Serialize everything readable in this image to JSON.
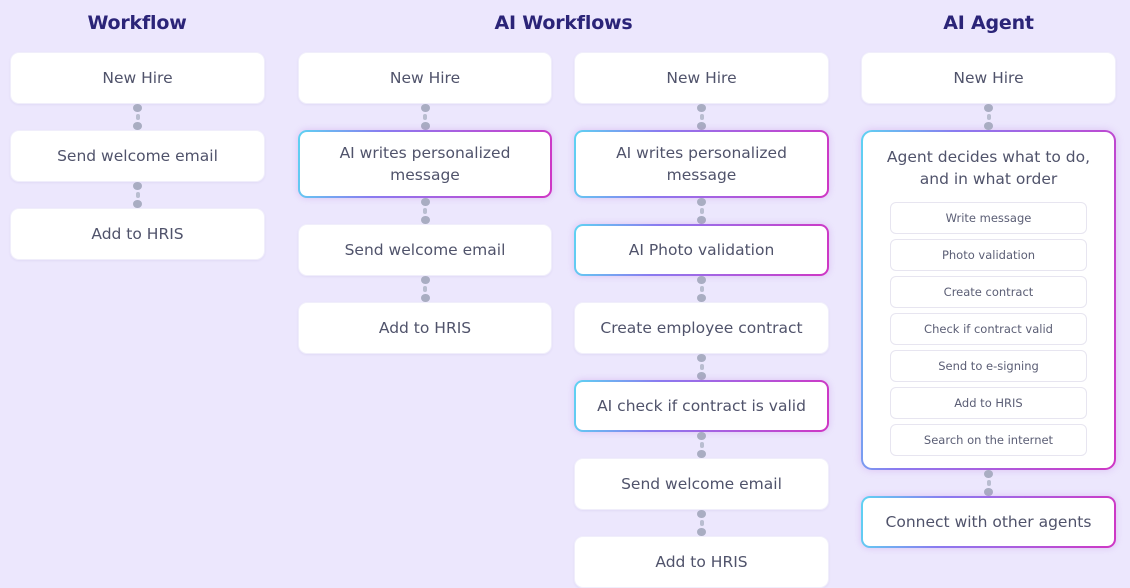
{
  "theme": {
    "background": "#ece7fd",
    "title_color": "#2b2478",
    "card_text_color": "#50536b",
    "connector_dot_color": "#a9adc2",
    "gradient_start": "#5ed3f2",
    "gradient_mid": "#8a7bf0",
    "gradient_end": "#cf36c4"
  },
  "columns": {
    "workflow": {
      "title": "Workflow",
      "steps": [
        {
          "label": "New Hire",
          "ai": false
        },
        {
          "label": "Send welcome email",
          "ai": false
        },
        {
          "label": "Add to HRIS",
          "ai": false
        }
      ]
    },
    "ai_workflows": {
      "title": "AI Workflows",
      "flow_1": {
        "steps": [
          {
            "label": "New Hire",
            "ai": false
          },
          {
            "label": "AI writes personalized message",
            "ai": true
          },
          {
            "label": "Send welcome email",
            "ai": false
          },
          {
            "label": "Add to HRIS",
            "ai": false
          }
        ]
      },
      "flow_2": {
        "steps": [
          {
            "label": "New Hire",
            "ai": false
          },
          {
            "label": "AI writes personalized message",
            "ai": true
          },
          {
            "label": "AI Photo validation",
            "ai": true
          },
          {
            "label": "Create employee contract",
            "ai": false
          },
          {
            "label": "AI check if contract is valid",
            "ai": true
          },
          {
            "label": "Send welcome email",
            "ai": false
          },
          {
            "label": "Add to HRIS",
            "ai": false
          }
        ]
      }
    },
    "ai_agent": {
      "title": "AI Agent",
      "start_step": {
        "label": "New Hire",
        "ai": false
      },
      "agent_box": {
        "heading": "Agent decides what to do, and in what order",
        "tools": [
          "Write message",
          "Photo validation",
          "Create contract",
          "Check if contract valid",
          "Send to e-signing",
          "Add to HRIS",
          "Search on the internet"
        ]
      },
      "end_step": {
        "label": "Connect with other agents",
        "ai": true
      }
    }
  }
}
